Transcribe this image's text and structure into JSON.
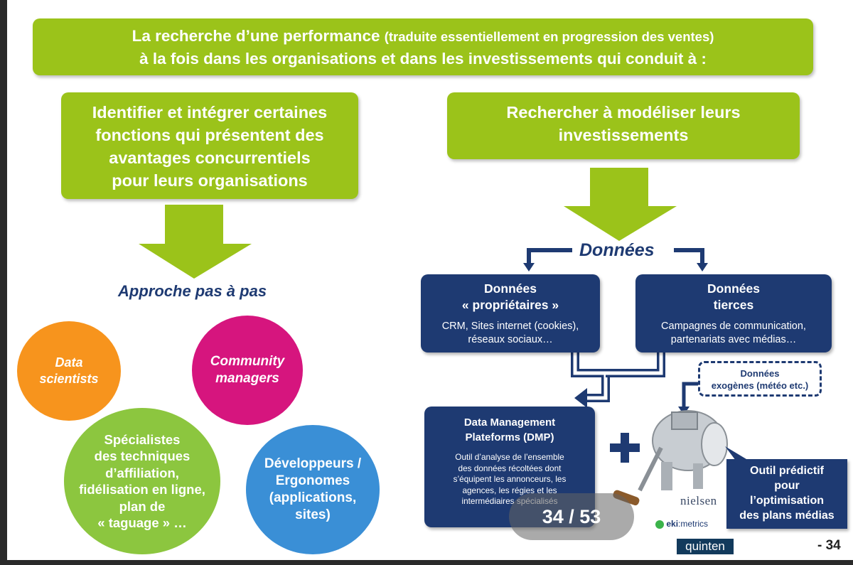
{
  "banner": {
    "line1_main": "La recherche d’une performance",
    "line1_paren": "(traduite essentiellement en progression des ventes)",
    "line2": "à la fois dans les organisations et dans les investissements qui conduit à :"
  },
  "left_box": {
    "lines": [
      "Identifier et intégrer certaines",
      "fonctions qui présentent des",
      "avantages concurrentiels",
      "pour leurs organisations"
    ]
  },
  "right_box": {
    "lines": [
      "Rechercher à modéliser leurs",
      "investissements"
    ]
  },
  "approche_label": "Approche pas à pas",
  "donnees_label": "Données",
  "circles": {
    "data_scientists": [
      "Data",
      "scientists"
    ],
    "community_managers": [
      "Community",
      "managers"
    ],
    "specialistes": [
      "Spécialistes",
      "des techniques",
      "d’affiliation,",
      "fidélisation en ligne,",
      "plan de",
      "« taguage » …"
    ],
    "developpeurs": [
      "Développeurs /",
      "Ergonomes",
      "(applications,",
      "sites)"
    ]
  },
  "proprietaires": {
    "title": [
      "Données",
      "« propriétaires »"
    ],
    "desc": [
      "CRM, Sites internet (cookies),",
      "réseaux sociaux…"
    ]
  },
  "tierces": {
    "title": [
      "Données",
      "tierces"
    ],
    "desc": [
      "Campagnes de communication,",
      "partenariats avec médias…"
    ]
  },
  "exogenes": [
    "Données",
    "exogènes (météo etc.)"
  ],
  "dmp": {
    "title": [
      "Data Management",
      "Plateforms (DMP)"
    ],
    "desc": [
      "Outil d’analyse de l’ensemble",
      "des données récoltées dont",
      "s’équipent les annonceurs, les",
      "agences, les régies et les",
      "intermédiaires spécialisés"
    ]
  },
  "plus_symbol": "+",
  "outil": [
    "Outil prédictif",
    "pour",
    "l’optimisation",
    "des plans médias"
  ],
  "logos": {
    "nielsen": "nielsen",
    "ekimetrics_a": "eki",
    "ekimetrics_b": ":metrics",
    "quinten": "quinten"
  },
  "page_counter": "34 / 53",
  "page_number": "- 34",
  "colors": {
    "green": "#9bc31a",
    "navy": "#1e3a72",
    "orange": "#f7941d",
    "magenta": "#d6157e",
    "circle_green": "#8cc63f",
    "blue": "#3a8fd6"
  }
}
